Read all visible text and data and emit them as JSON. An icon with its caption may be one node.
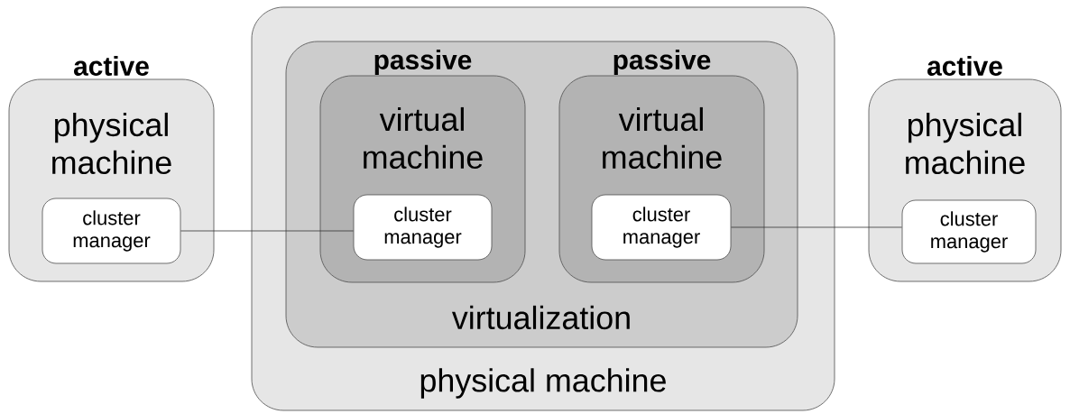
{
  "diagram": {
    "nodes": [
      {
        "text": [
          "active",
          "physical machine"
        ]
      },
      {
        "text": [
          "cluster manager"
        ],
        "in": 0
      },
      {
        "text": [
          "physical machine"
        ]
      },
      {
        "text": [
          "virtualization"
        ],
        "in": 2
      },
      {
        "text": [
          "passive",
          "virtual machine"
        ],
        "in": 3
      },
      {
        "text": [
          "cluster manager"
        ],
        "in": 4
      },
      {
        "text": [
          "passive",
          "virtual machine"
        ],
        "in": 3
      },
      {
        "text": [
          "cluster manager"
        ],
        "in": 6
      },
      {
        "text": [
          "active",
          "physical machine"
        ]
      },
      {
        "text": [
          "cluster manager"
        ],
        "in": 8
      }
    ],
    "edges": [
      {
        "from": 1,
        "to": 5,
        "arrow": "none"
      },
      {
        "from": 7,
        "to": 9,
        "arrow": "none"
      }
    ]
  }
}
